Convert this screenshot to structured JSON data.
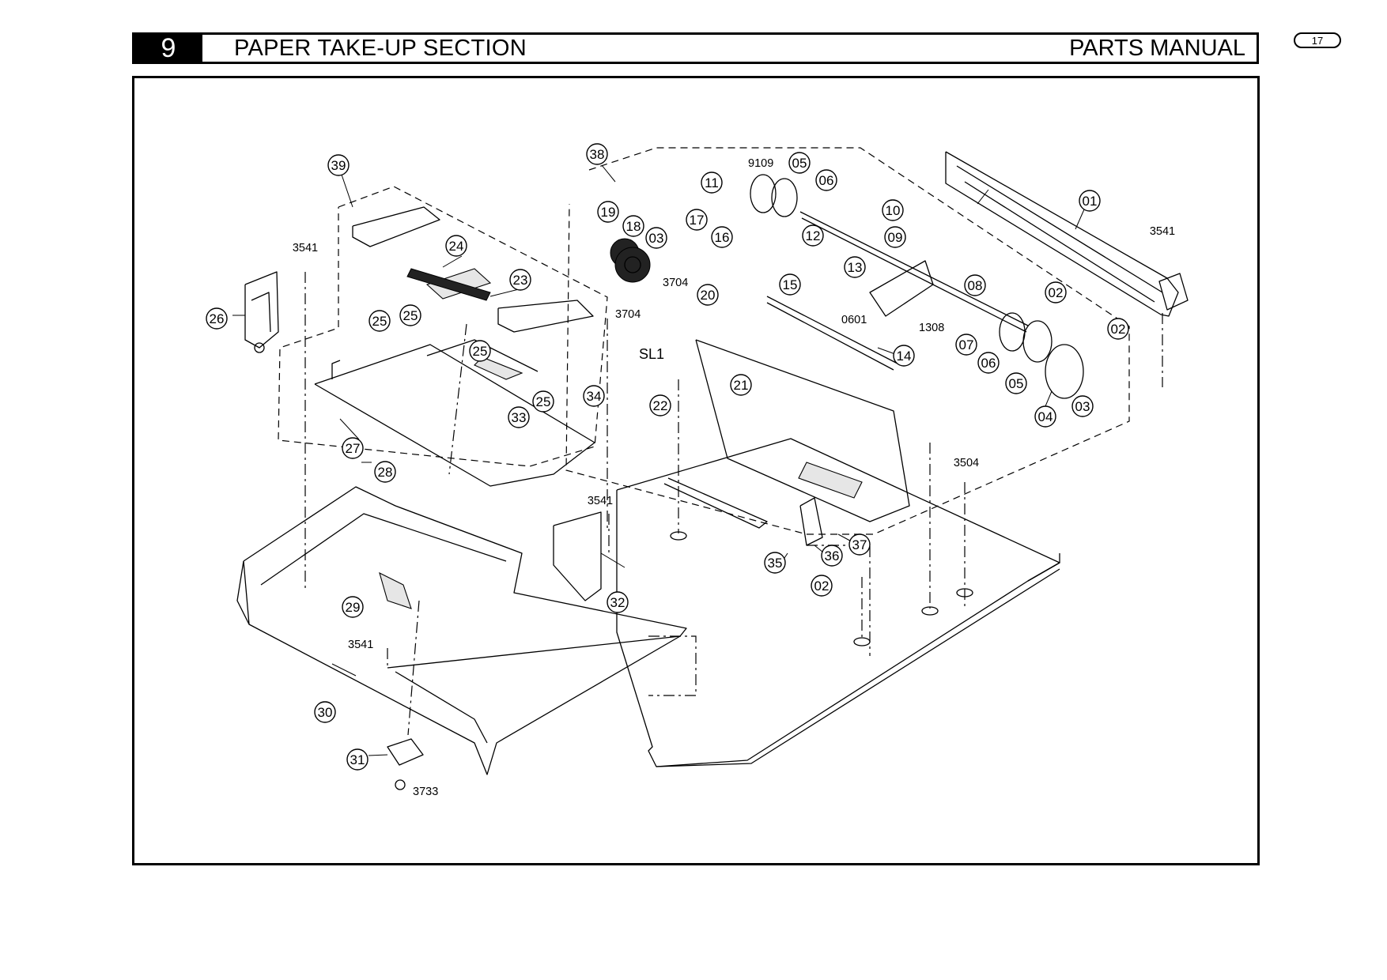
{
  "header": {
    "section_number": "9",
    "section_title": "PAPER TAKE-UP SECTION",
    "manual_title": "PARTS MANUAL",
    "page_number": "17"
  },
  "callouts": [
    "39",
    "38",
    "9109",
    "05",
    "06",
    "11",
    "10",
    "01",
    "19",
    "18",
    "17",
    "16",
    "03",
    "12",
    "09",
    "3541",
    "24",
    "23",
    "3704",
    "20",
    "13",
    "08",
    "3704",
    "15",
    "0601",
    "02",
    "26",
    "25",
    "25",
    "3541",
    "1308",
    "07",
    "14",
    "SL1",
    "25",
    "06",
    "05",
    "02",
    "34",
    "21",
    "33",
    "25",
    "22",
    "04",
    "03",
    "27",
    "3504",
    "28",
    "3541",
    "35",
    "36",
    "37",
    "32",
    "02",
    "29",
    "3541",
    "30",
    "31",
    "3733"
  ]
}
